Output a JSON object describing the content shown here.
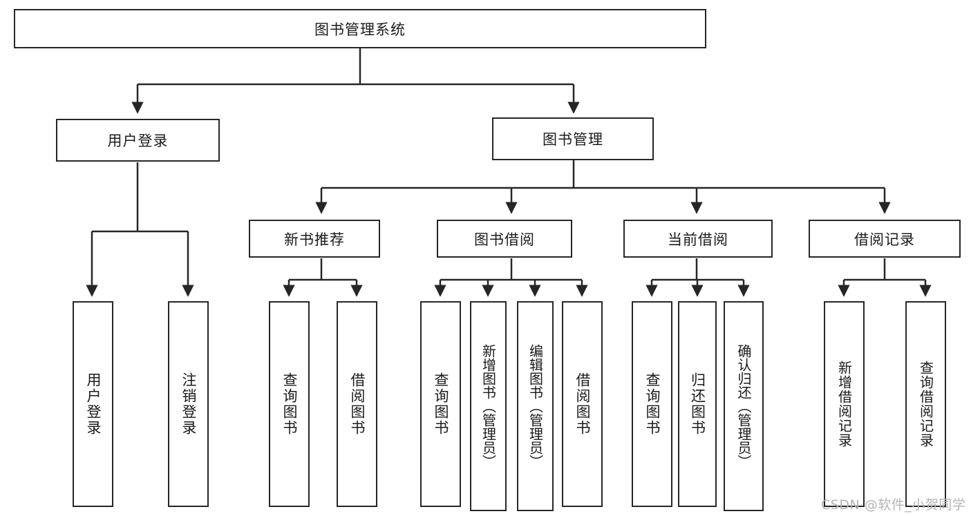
{
  "diagram": {
    "title": "图书管理系统",
    "type": "tree-hierarchy-diagram",
    "watermark": "CSDN @软件_小贺同学",
    "colors": {
      "stroke": "#262626",
      "fill": "#ffffff",
      "text": "#1a1a1a",
      "watermark": "#b4b4b4"
    },
    "root": {
      "label": "图书管理系统"
    },
    "level1": [
      {
        "label": "用户登录"
      },
      {
        "label": "图书管理"
      }
    ],
    "level2": [
      {
        "label": "新书推荐"
      },
      {
        "label": "图书借阅"
      },
      {
        "label": "当前借阅"
      },
      {
        "label": "借阅记录"
      }
    ],
    "leaves": {
      "user_login": [
        {
          "label": "用户登录"
        },
        {
          "label": "注销登录"
        }
      ],
      "new_book_recommend": [
        {
          "label": "查询图书"
        },
        {
          "label": "借阅图书"
        }
      ],
      "book_borrow": [
        {
          "label": "查询图书"
        },
        {
          "label": "新增图书（管理员）"
        },
        {
          "label": "编辑图书（管理员）"
        },
        {
          "label": "借阅图书"
        }
      ],
      "current_borrow": [
        {
          "label": "查询图书"
        },
        {
          "label": "归还图书"
        },
        {
          "label": "确认归还（管理员）"
        }
      ],
      "borrow_record": [
        {
          "label": "新增借阅记录"
        },
        {
          "label": "查询借阅记录"
        }
      ]
    }
  }
}
